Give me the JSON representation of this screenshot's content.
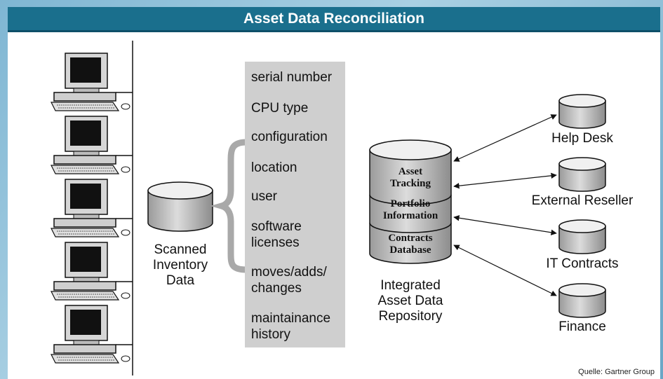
{
  "title": "Asset Data Reconciliation",
  "computers": [
    {
      "icon": "computer-icon"
    },
    {
      "icon": "computer-icon"
    },
    {
      "icon": "computer-icon"
    },
    {
      "icon": "computer-icon"
    },
    {
      "icon": "computer-icon"
    }
  ],
  "scanned": {
    "line1": "Scanned",
    "line2": "Inventory",
    "line3": "Data"
  },
  "attributes": [
    "serial number",
    "CPU type",
    "configuration",
    "location",
    "user",
    "software",
    "licenses",
    "moves/adds/",
    "changes",
    "maintainance",
    "history"
  ],
  "repository": {
    "segments": [
      {
        "line1": "Asset",
        "line2": "Tracking"
      },
      {
        "line1": "Portfolio",
        "line2": "Information"
      },
      {
        "line1": "Contracts",
        "line2": "Database"
      }
    ],
    "caption": {
      "line1": "Integrated",
      "line2": "Asset Data",
      "line3": "Repository"
    }
  },
  "targets": [
    "Help Desk",
    "External Reseller",
    "IT Contracts",
    "Finance"
  ],
  "source": "Quelle: Gartner Group",
  "colors": {
    "title_bg": "#1a6f8d",
    "attr_box": "#cfcfcf",
    "cyl_gray": "#c8c8c8"
  }
}
